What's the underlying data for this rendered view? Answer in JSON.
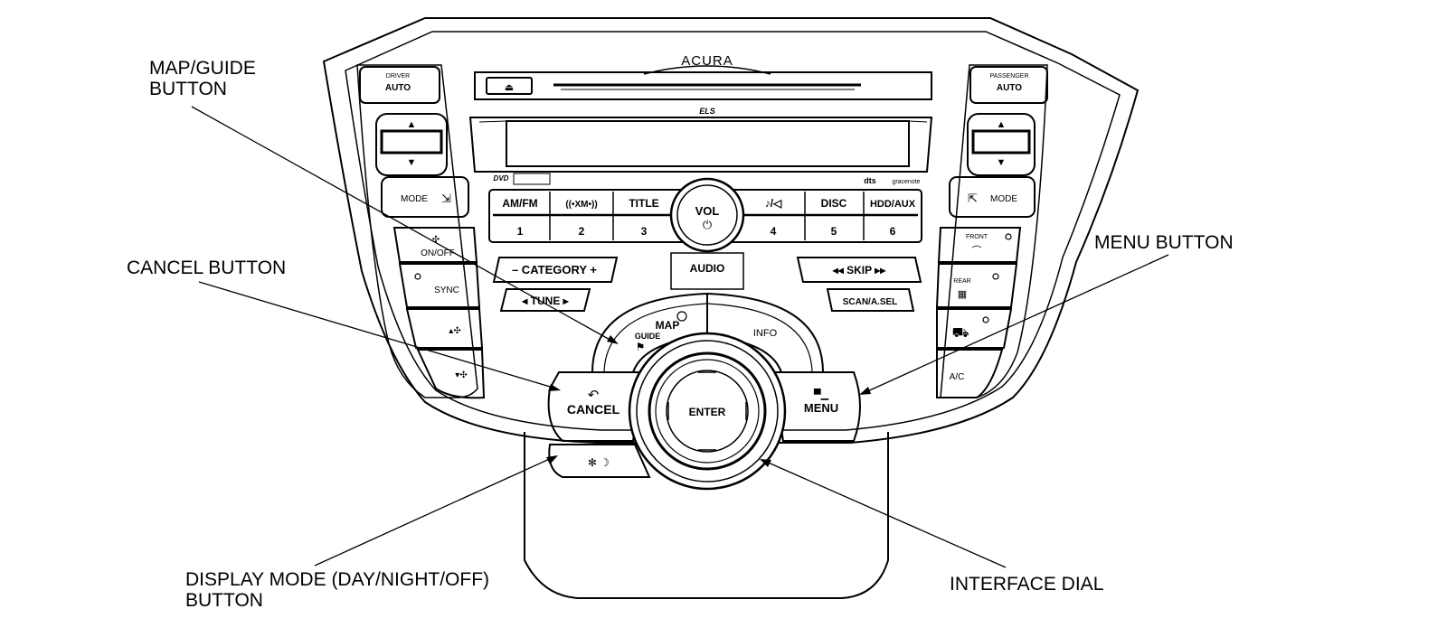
{
  "callouts": {
    "map_guide_line1": "MAP/GUIDE",
    "map_guide_line2": "BUTTON",
    "cancel": "CANCEL BUTTON",
    "menu": "MENU BUTTON",
    "display_mode_line1": "DISPLAY MODE (DAY/NIGHT/OFF)",
    "display_mode_line2": "BUTTON",
    "interface_dial": "INTERFACE DIAL"
  },
  "panel": {
    "brand": "ACURA",
    "els": "ELS",
    "driver": "DRIVER",
    "passenger": "PASSENGER",
    "auto": "AUTO",
    "mode": "MODE",
    "on_off": "ON/OFF",
    "sync": "SYNC",
    "ac": "A/C",
    "front": "FRONT",
    "rear": "REAR",
    "audio": "AUDIO",
    "category": "– CATEGORY +",
    "tune": "◂ TUNE ▸",
    "skip": "◂◂  SKIP  ▸▸",
    "scan": "SCAN/A.SEL",
    "vol": "VOL",
    "map": "MAP",
    "guide": "GUIDE",
    "info": "INFO",
    "cancel": "CANCEL",
    "menu": "MENU",
    "enter": "ENTER",
    "dvd": "DVD",
    "dts": "dts",
    "gracenote": "gracenote",
    "presets_top": [
      "AM/FM",
      "((•XM•))",
      "TITLE",
      "♪/◁",
      "DISC",
      "HDD/AUX"
    ],
    "presets_num": [
      "1",
      "2",
      "3",
      "4",
      "5",
      "6"
    ]
  }
}
